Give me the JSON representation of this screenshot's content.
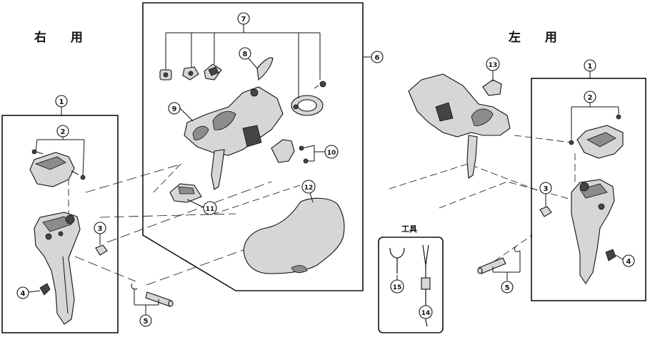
{
  "titles": {
    "right_use": "右 用",
    "left_use": "左 用",
    "tools": "工具"
  },
  "callouts": {
    "n1a": "1",
    "n2a": "2",
    "n3a": "3",
    "n4a": "4",
    "n5a": "5",
    "n6": "6",
    "n7": "7",
    "n8": "8",
    "n9": "9",
    "n10": "10",
    "n11": "11",
    "n12": "12",
    "n13": "13",
    "n1b": "1",
    "n2b": "2",
    "n3b": "3",
    "n4b": "4",
    "n5b": "5",
    "n14": "14",
    "n15": "15"
  },
  "colors": {
    "line": "#111111",
    "part_fill": "#d6d6d6",
    "part_shade": "#8c8c8c",
    "dark": "#444444"
  }
}
